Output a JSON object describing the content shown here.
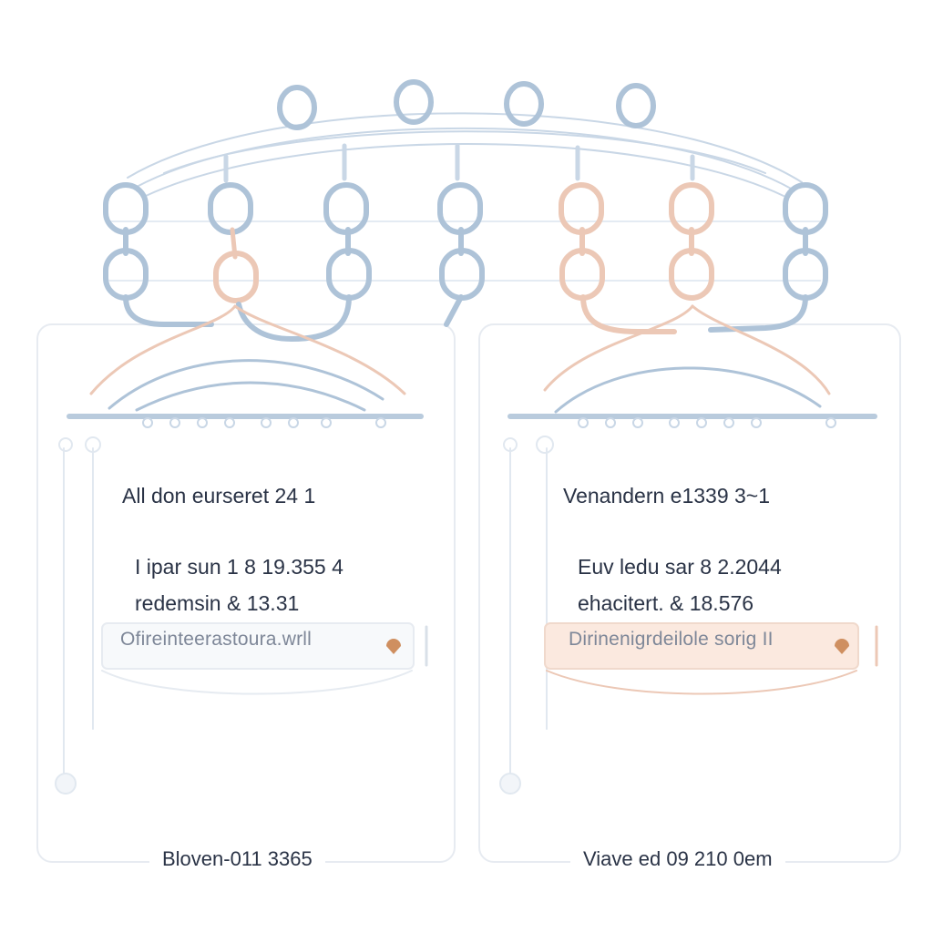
{
  "colors": {
    "blue": "#aec3d8",
    "peach": "#ecc8b6",
    "panel_border": "#e7ebf1",
    "handle": "#cf8f60",
    "text": "#2a3346",
    "muted_text": "#7e8798",
    "peach_fill": "#fbe9df"
  },
  "left_panel": {
    "title": "All don eurseret 24 1",
    "stat_1": "I ipar sun 1 8 19.355 4",
    "stat_2": "redemsin & 13.31",
    "bar_label": "Ofireinteerastoura.wrll",
    "footer": "Bloven-011 3365"
  },
  "right_panel": {
    "title": "Venandern e1339 3~1",
    "stat_1": "Euv ledu sar 8 2.2044",
    "stat_2": "ehacitert. & 18.576",
    "bar_label": "Dirinenigrdeilole sorig II",
    "footer": "Viave ed 09 210 0em"
  }
}
